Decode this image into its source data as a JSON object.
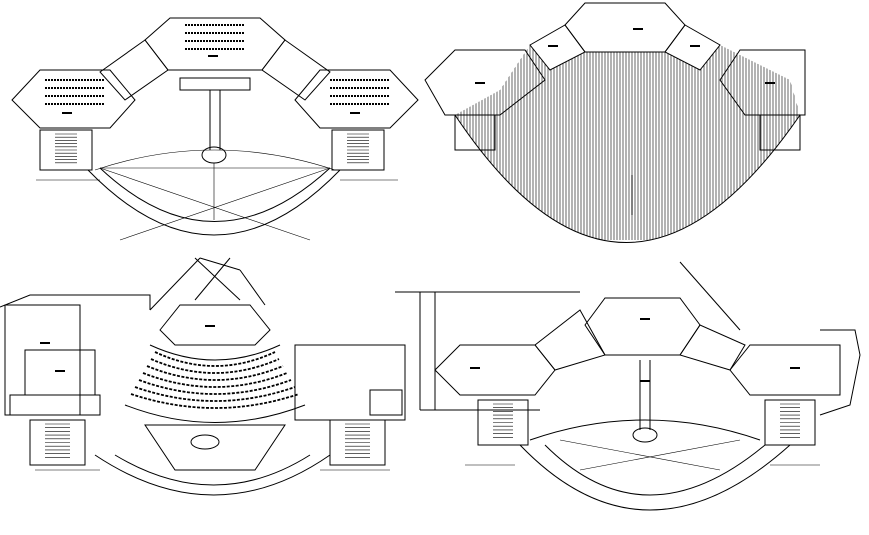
{
  "drawing": {
    "title": "",
    "panels": [
      {
        "id": "top-left",
        "kind": "first-floor-plan"
      },
      {
        "id": "top-right",
        "kind": "roof-plan"
      },
      {
        "id": "bottom-left",
        "kind": "ground-floor-plan"
      },
      {
        "id": "bottom-right",
        "kind": "upper-floor-plan"
      }
    ],
    "colors": {
      "line": "#000000",
      "background": "#ffffff"
    }
  }
}
